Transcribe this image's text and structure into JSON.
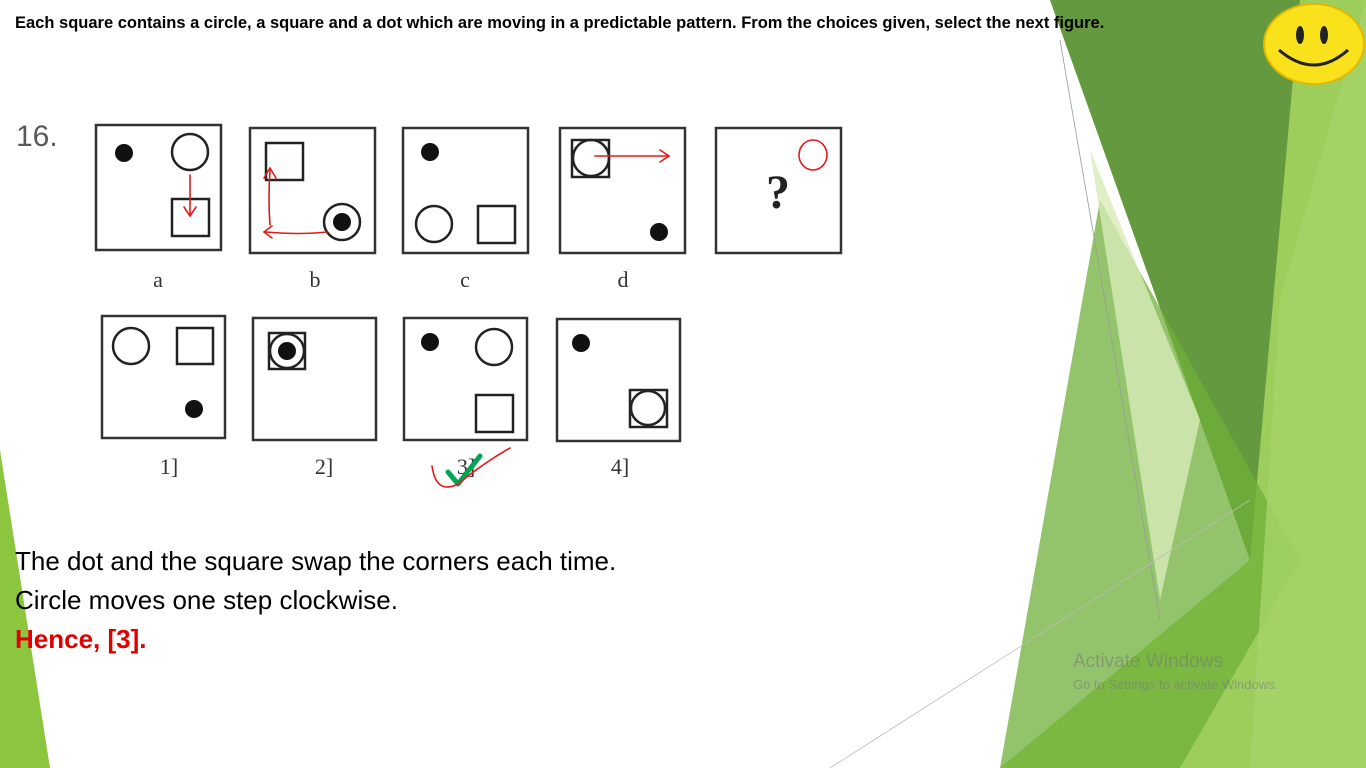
{
  "question": "Each square contains a circle, a square and a dot which are moving in a predictable pattern. From the choices given, select the next figure.",
  "question_number": "16.",
  "problem_labels": [
    "a",
    "b",
    "c",
    "d"
  ],
  "question_mark": "?",
  "option_labels": [
    "1]",
    "2]",
    "3]",
    "4]"
  ],
  "correct_option": "3]",
  "explanation": [
    "The dot and the square swap the corners each time.",
    "Circle moves one step clockwise."
  ],
  "conclusion": "Hence, [3].",
  "watermark": {
    "title": "Activate Windows",
    "subtitle": "Go to Settings to activate Windows."
  },
  "colors": {
    "accent_red": "#e00000",
    "ink_red": "#e31b1b",
    "check_green": "#00a651",
    "green_light": "#92d050",
    "green_dark": "#5a9a2e"
  },
  "icons": {
    "smiley": "smiley-face-icon",
    "check": "checkmark-icon"
  }
}
